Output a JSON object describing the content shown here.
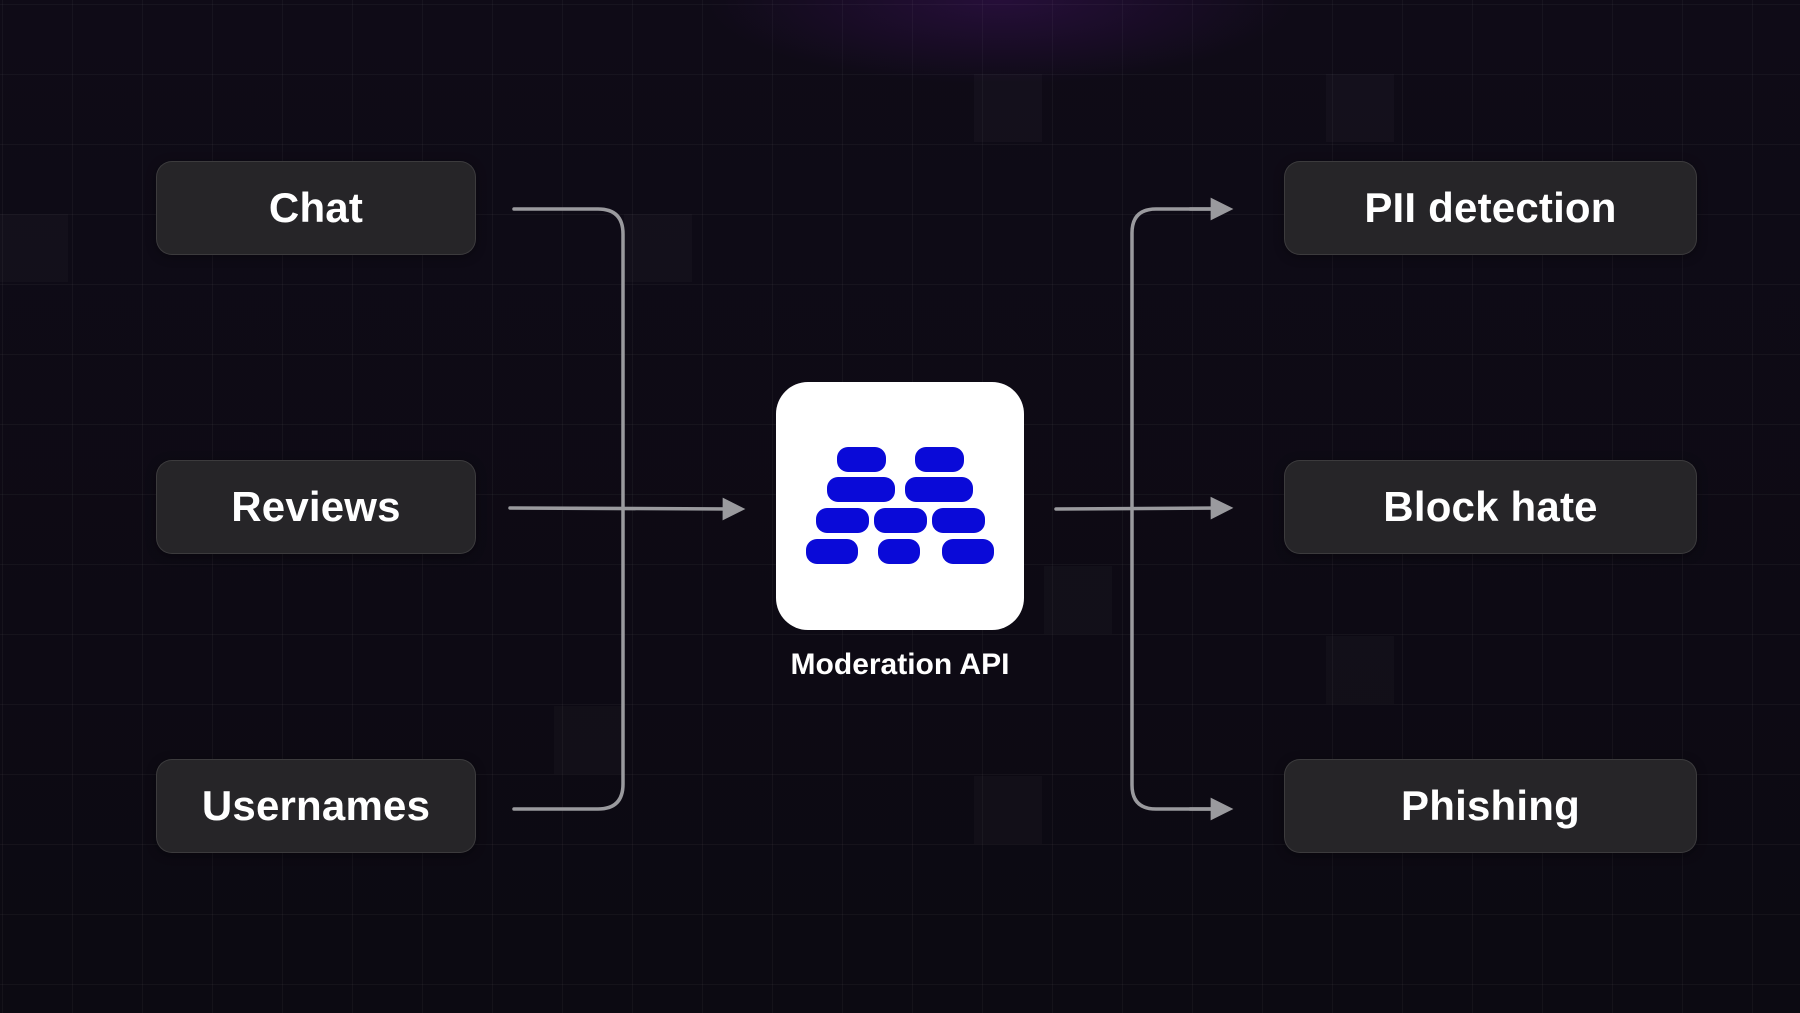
{
  "inputs": [
    {
      "label": "Chat"
    },
    {
      "label": "Reviews"
    },
    {
      "label": "Usernames"
    }
  ],
  "hub": {
    "label": "Moderation API",
    "logo_icon": "stacked-bricks-logo",
    "logo_color": "#0a0ad8"
  },
  "outputs": [
    {
      "label": "PII detection"
    },
    {
      "label": "Block hate"
    },
    {
      "label": "Phishing"
    }
  ],
  "colors": {
    "background": "#0d0a14",
    "node_fill": "#262528",
    "connector": "#9a9a9e",
    "text": "#ffffff"
  }
}
